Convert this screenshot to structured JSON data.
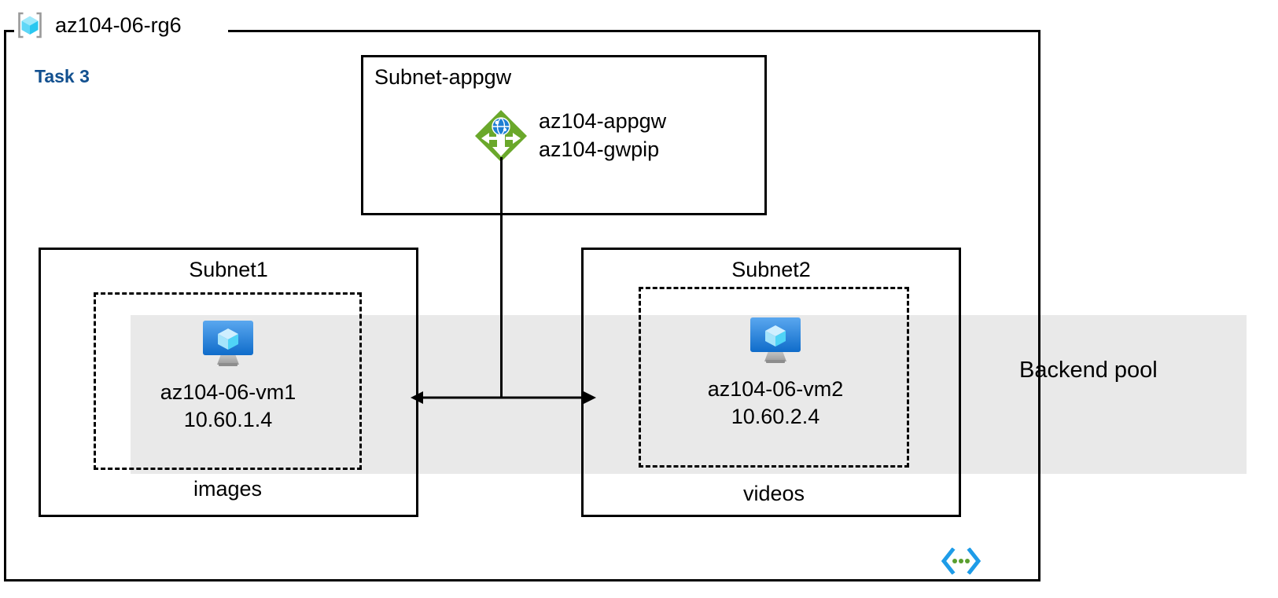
{
  "diagram": {
    "resource_group": {
      "name": "az104-06-rg6",
      "icon": "resource-group-icon"
    },
    "task_label": "Task 3",
    "backend_pool": {
      "label": "Backend pool",
      "band_color": "#e9e9e9"
    },
    "subnets": [
      {
        "id": "subnet-appgw",
        "title": "Subnet-appgw",
        "title_align": "left",
        "resources": [
          {
            "icon": "application-gateway-icon",
            "lines": [
              "az104-appgw",
              "az104-gwpip"
            ]
          }
        ]
      },
      {
        "id": "subnet1",
        "title": "Subnet1",
        "title_align": "center",
        "caption": "images",
        "resources": [
          {
            "icon": "virtual-machine-icon",
            "name": "az104-06-vm1",
            "ip": "10.60.1.4"
          }
        ]
      },
      {
        "id": "subnet2",
        "title": "Subnet2",
        "title_align": "center",
        "caption": "videos",
        "resources": [
          {
            "icon": "virtual-machine-icon",
            "name": "az104-06-vm2",
            "ip": "10.60.2.4"
          }
        ]
      }
    ],
    "connector": {
      "type": "bidirectional-arrow",
      "from": "subnet1",
      "to": "subnet2",
      "via": "subnet-appgw"
    },
    "footer_icon": "code-brackets-icon",
    "colors": {
      "task_text": "#12508f",
      "appgw_green": "#6aa82b",
      "vm_blue": "#2c86df",
      "band_gray": "#e9e9e9",
      "code_icon_blue": "#1e9ce8",
      "code_icon_green": "#5a9e2f",
      "stroke": "#000000"
    }
  }
}
